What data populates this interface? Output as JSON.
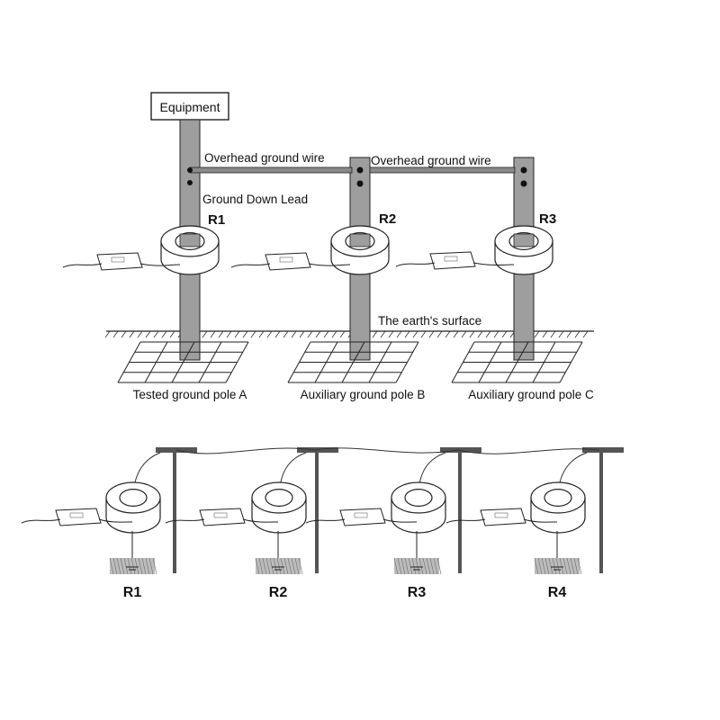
{
  "top_diagram": {
    "equipment_label": "Equipment",
    "overhead_wire_label_1": "Overhead ground wire",
    "overhead_wire_label_2": "Overhead ground wire",
    "down_lead_label": "Ground Down Lead",
    "earth_surface_label": "The earth's surface",
    "poles": [
      {
        "resistance_label": "R1",
        "pole_label": "Tested ground pole A"
      },
      {
        "resistance_label": "R2",
        "pole_label": "Auxiliary ground pole B"
      },
      {
        "resistance_label": "R3",
        "pole_label": "Auxiliary ground pole C"
      }
    ]
  },
  "bottom_diagram": {
    "resistors": [
      "R1",
      "R2",
      "R3",
      "R4"
    ]
  },
  "colors": {
    "pole_fill": "#9e9e9e",
    "ring_fill": "#ffffff",
    "line": "#1a1a1a"
  }
}
